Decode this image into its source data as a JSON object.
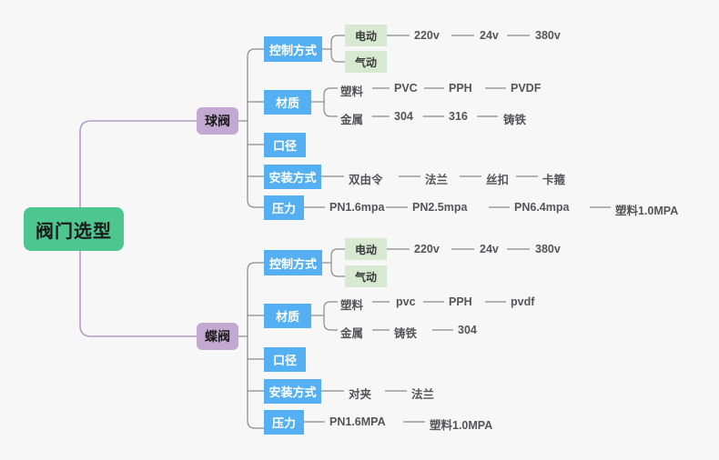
{
  "diagram": {
    "type": "mind-map",
    "title": "阀门选型",
    "background_color": "#f7f7f7",
    "colors": {
      "root": "#4ec68f",
      "branch": "#c3a8d1",
      "topic": "#55b0f3",
      "mode": "#d7e9d1",
      "link_root": "#b79cc7",
      "link_sub": "#8a8a8a",
      "leaf_text": "#555558"
    },
    "root": {
      "label": "阀门选型"
    },
    "branches": [
      {
        "label": "球阀",
        "topics": [
          {
            "label": "控制方式",
            "modes": [
              {
                "label": "电动",
                "leaves": [
                  "220v",
                  "24v",
                  "380v"
                ]
              },
              {
                "label": "气动",
                "leaves": []
              }
            ]
          },
          {
            "label": "材质",
            "rows": [
              {
                "label": "塑料",
                "leaves": [
                  "PVC",
                  "PPH",
                  "PVDF"
                ]
              },
              {
                "label": "金属",
                "leaves": [
                  "304",
                  "316",
                  "铸铁"
                ]
              }
            ]
          },
          {
            "label": "口径",
            "leaves": []
          },
          {
            "label": "安装方式",
            "leaves": [
              "双由令",
              "法兰",
              "丝扣",
              "卡箍"
            ]
          },
          {
            "label": "压力",
            "leaves": [
              "PN1.6mpa",
              "PN2.5mpa",
              "PN6.4mpa",
              "塑料1.0MPA"
            ]
          }
        ]
      },
      {
        "label": "蝶阀",
        "topics": [
          {
            "label": "控制方式",
            "modes": [
              {
                "label": "电动",
                "leaves": [
                  "220v",
                  "24v",
                  "380v"
                ]
              },
              {
                "label": "气动",
                "leaves": []
              }
            ]
          },
          {
            "label": "材质",
            "rows": [
              {
                "label": "塑料",
                "leaves": [
                  "pvc",
                  "PPH",
                  "pvdf"
                ]
              },
              {
                "label": "金属",
                "leaves": [
                  "铸铁",
                  "304"
                ]
              }
            ]
          },
          {
            "label": "口径",
            "leaves": []
          },
          {
            "label": "安装方式",
            "leaves": [
              "对夹",
              "法兰"
            ]
          },
          {
            "label": "压力",
            "leaves": [
              "PN1.6MPA",
              "塑料1.0MPA"
            ]
          }
        ]
      }
    ]
  }
}
